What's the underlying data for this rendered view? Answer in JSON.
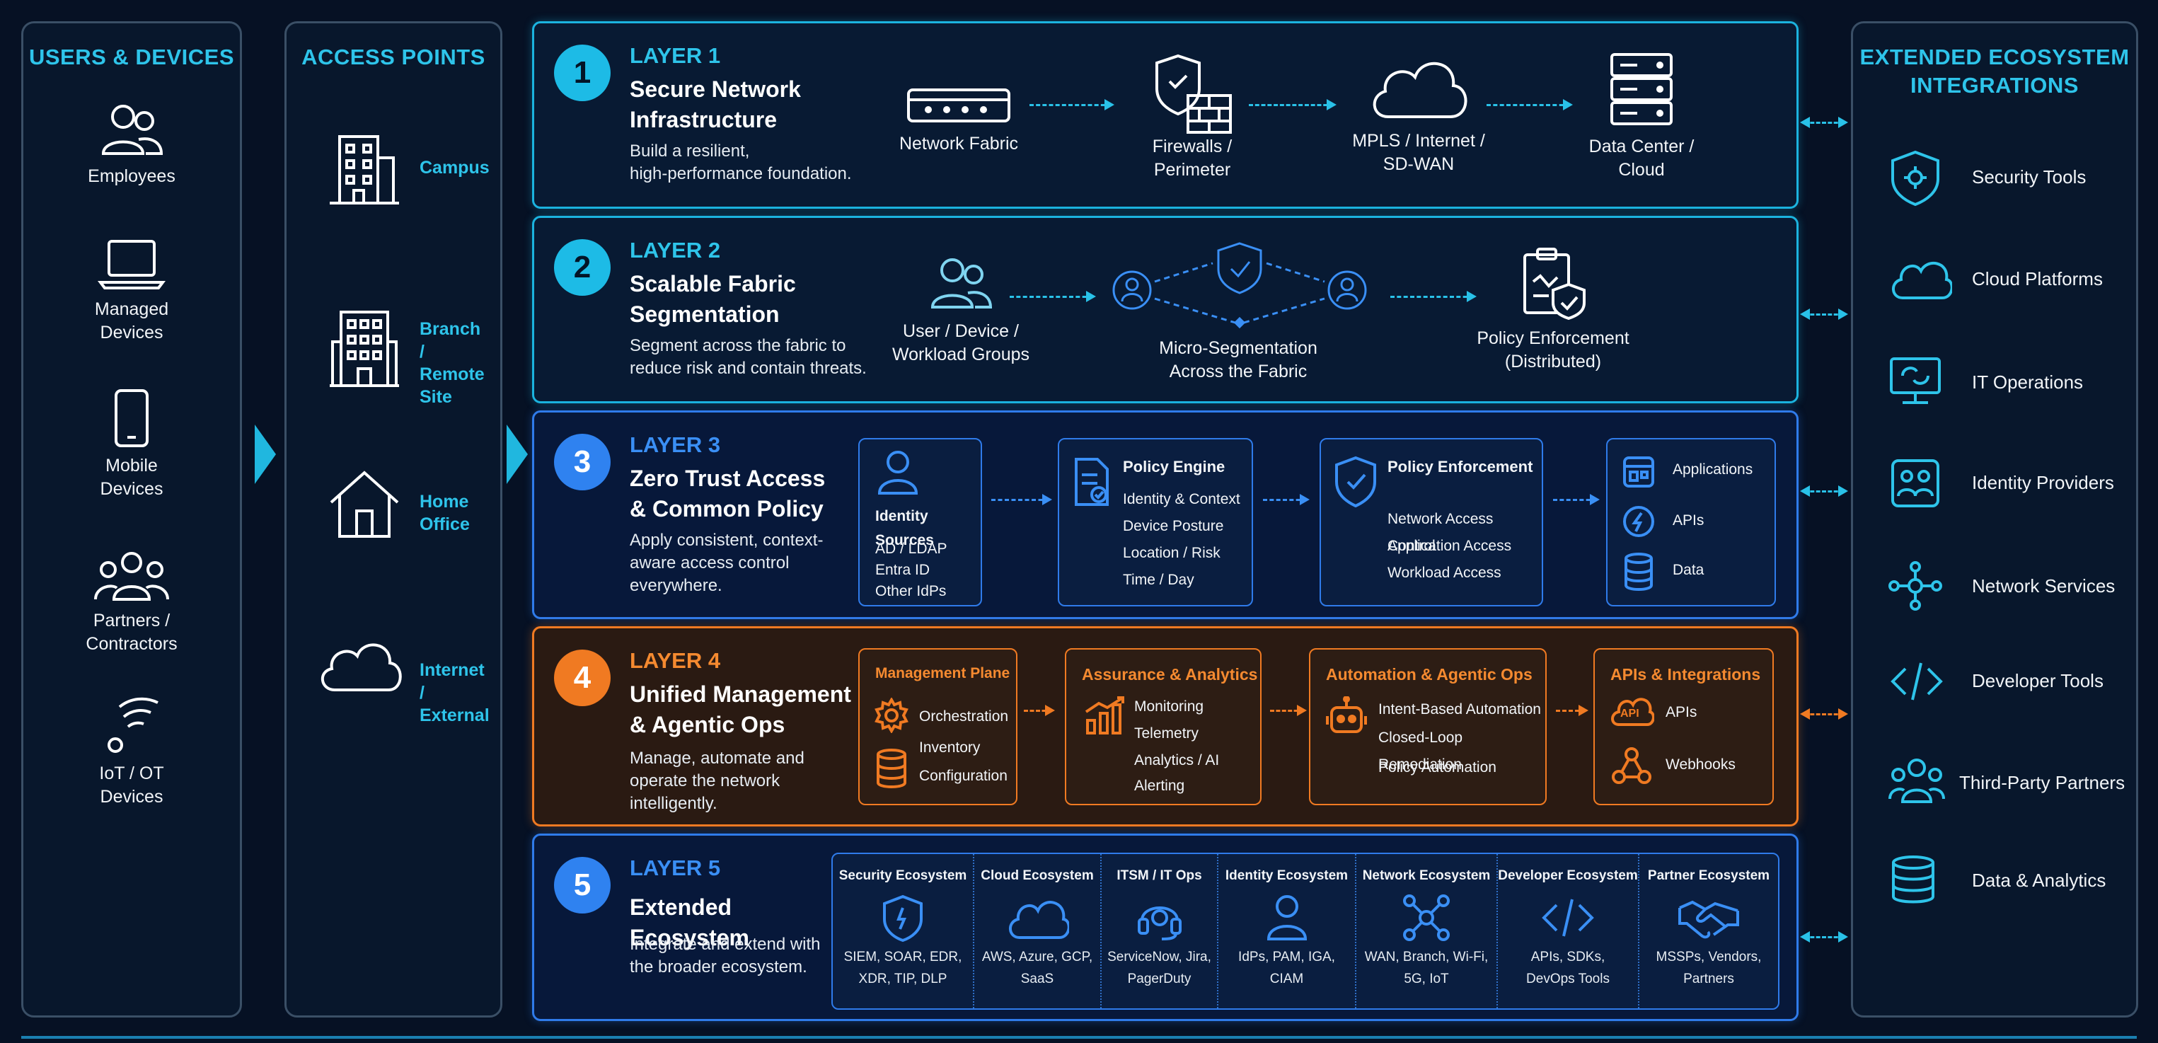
{
  "users_devices": {
    "title": "USERS & DEVICES",
    "items": [
      {
        "label": "Employees",
        "icon": "users-icon"
      },
      {
        "label": "Managed\nDevices",
        "icon": "laptop-icon"
      },
      {
        "label": "Mobile\nDevices",
        "icon": "mobile-icon"
      },
      {
        "label": "Partners /\nContractors",
        "icon": "partners-icon"
      },
      {
        "label": "IoT / OT\nDevices",
        "icon": "wifi-icon"
      }
    ]
  },
  "access_points": {
    "title": "ACCESS POINTS",
    "items": [
      {
        "label": "Campus",
        "icon": "building-icon"
      },
      {
        "label": "Branch /\nRemote\nSite",
        "icon": "office-building-icon"
      },
      {
        "label": "Home\nOffice",
        "icon": "home-icon"
      },
      {
        "label": "Internet /\nExternal",
        "icon": "cloud-icon"
      }
    ]
  },
  "layers": [
    {
      "number": "1",
      "tag": "LAYER 1",
      "title": "Secure Network\nInfrastructure",
      "description": "Build a resilient,\nhigh-performance foundation.",
      "nodes": [
        "Network Fabric",
        "Firewalls /\nPerimeter",
        "MPLS / Internet /\nSD-WAN",
        "Data Center /\nCloud"
      ]
    },
    {
      "number": "2",
      "tag": "LAYER 2",
      "title": "Scalable Fabric\nSegmentation",
      "description": "Segment across the fabric to\nreduce risk and contain threats.",
      "nodes": [
        "User / Device /\nWorkload Groups",
        "Micro-Segmentation\nAcross the Fabric",
        "Policy Enforcement\n(Distributed)"
      ]
    },
    {
      "number": "3",
      "tag": "LAYER 3",
      "title": "Zero Trust Access\n& Common Policy",
      "description": "Apply consistent, context-\naware access control\neverywhere.",
      "boxes": [
        {
          "head": "Identity Sources",
          "lines": [
            "AD / LDAP",
            "Entra ID",
            "Other IdPs"
          ]
        },
        {
          "head": "Policy Engine",
          "lines": [
            "Identity & Context",
            "Device Posture",
            "Location / Risk",
            "Time / Day"
          ]
        },
        {
          "head": "Policy Enforcement",
          "lines": [
            "Network Access Control",
            "Application Access",
            "Workload Access"
          ]
        },
        {
          "head": "",
          "lines": [
            "Applications",
            "APIs",
            "Data"
          ]
        }
      ]
    },
    {
      "number": "4",
      "tag": "LAYER 4",
      "title": "Unified Management\n& Agentic Ops",
      "description": "Manage, automate and\noperate the network\nintelligently.",
      "boxes": [
        {
          "head": "Management Plane",
          "lines": [
            "Orchestration",
            "Inventory",
            "Configuration"
          ]
        },
        {
          "head": "Assurance & Analytics",
          "lines": [
            "Monitoring",
            "Telemetry",
            "Analytics / AI",
            "Alerting"
          ]
        },
        {
          "head": "Automation & Agentic Ops",
          "lines": [
            "Intent-Based Automation",
            "Closed-Loop Remediation",
            "Policy Automation"
          ]
        },
        {
          "head": "APIs & Integrations",
          "lines": [
            "APIs",
            "Webhooks"
          ],
          "api_badge": "API"
        }
      ]
    },
    {
      "number": "5",
      "tag": "LAYER 5",
      "title": "Extended Ecosystem",
      "description": "Integrate and extend with\nthe broader ecosystem.",
      "ecosystems": [
        {
          "head": "Security Ecosystem",
          "desc": "SIEM, SOAR, EDR,\nXDR, TIP, DLP",
          "icon": "shield-icon"
        },
        {
          "head": "Cloud Ecosystem",
          "desc": "AWS, Azure, GCP,\nSaaS",
          "icon": "cloud-icon"
        },
        {
          "head": "ITSM / IT Ops",
          "desc": "ServiceNow, Jira,\nPagerDuty",
          "icon": "headset-icon"
        },
        {
          "head": "Identity Ecosystem",
          "desc": "IdPs, PAM, IGA,\nCIAM",
          "icon": "person-icon"
        },
        {
          "head": "Network Ecosystem",
          "desc": "WAN, Branch, Wi-Fi,\n5G, IoT",
          "icon": "network-icon"
        },
        {
          "head": "Developer Ecosystem",
          "desc": "APIs, SDKs,\nDevOps Tools",
          "icon": "code-icon"
        },
        {
          "head": "Partner Ecosystem",
          "desc": "MSSPs, Vendors,\nPartners",
          "icon": "handshake-icon"
        }
      ]
    }
  ],
  "extended_ecosystem": {
    "title": "EXTENDED ECOSYSTEM\nINTEGRATIONS",
    "items": [
      {
        "label": "Security Tools",
        "icon": "shield-gear-icon"
      },
      {
        "label": "Cloud Platforms",
        "icon": "cloud-icon"
      },
      {
        "label": "IT Operations",
        "icon": "monitor-icon"
      },
      {
        "label": "Identity Providers",
        "icon": "id-card-icon"
      },
      {
        "label": "Network Services",
        "icon": "network-icon"
      },
      {
        "label": "Developer Tools",
        "icon": "code-icon"
      },
      {
        "label": "Third-Party Partners",
        "icon": "partners-icon"
      },
      {
        "label": "Data & Analytics",
        "icon": "database-icon"
      }
    ]
  },
  "colors": {
    "cyan": "#2ec4ea",
    "blue": "#2f7bea",
    "orange": "#f07a22",
    "background": "#061124"
  }
}
